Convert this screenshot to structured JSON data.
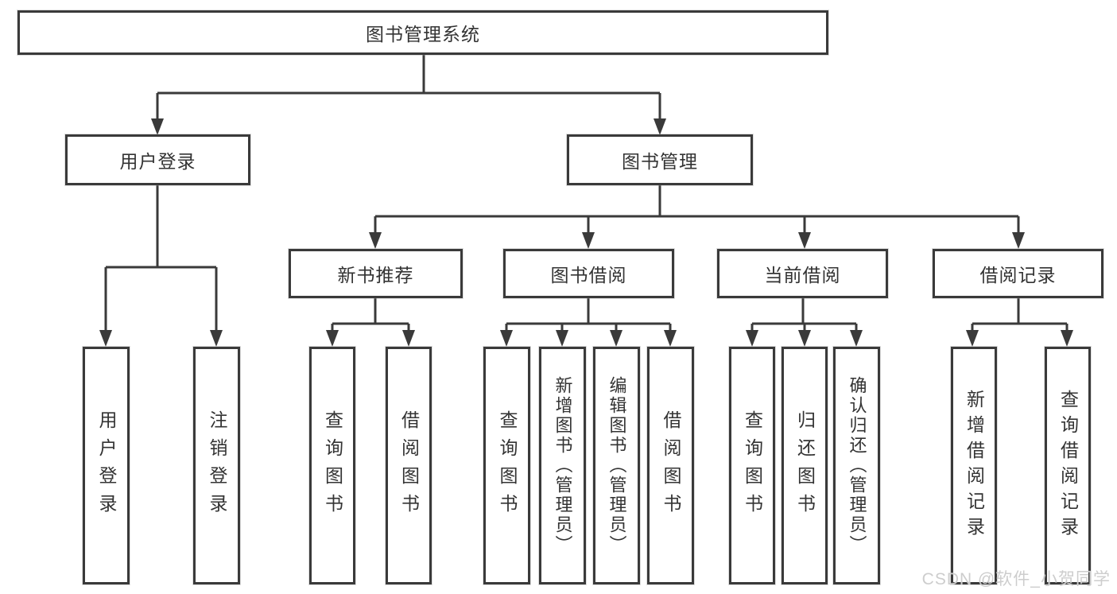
{
  "diagram": {
    "root": {
      "label": "图书管理系统"
    },
    "user_login": {
      "label": "用户登录",
      "children": [
        "用户登录",
        "注销登录"
      ]
    },
    "book_management": {
      "label": "图书管理"
    },
    "new_book_recommend": {
      "label": "新书推荐",
      "children": [
        "查询图书",
        "借阅图书"
      ]
    },
    "book_borrowing": {
      "label": "图书借阅",
      "children": [
        "查询图书",
        "新增图书（管理员）",
        "编辑图书（管理员）",
        "借阅图书"
      ]
    },
    "current_borrowing": {
      "label": "当前借阅",
      "children": [
        "查询图书",
        "归还图书",
        "确认归还（管理员）"
      ]
    },
    "borrowing_records": {
      "label": "借阅记录",
      "children": [
        "新增借阅记录",
        "查询借阅记录"
      ]
    }
  },
  "watermark": {
    "text": "CSDN @软件_小贺同学"
  },
  "colors": {
    "line": "#3a3a3a",
    "text": "#333333",
    "background": "#ffffff",
    "watermark": "#cacaca"
  }
}
